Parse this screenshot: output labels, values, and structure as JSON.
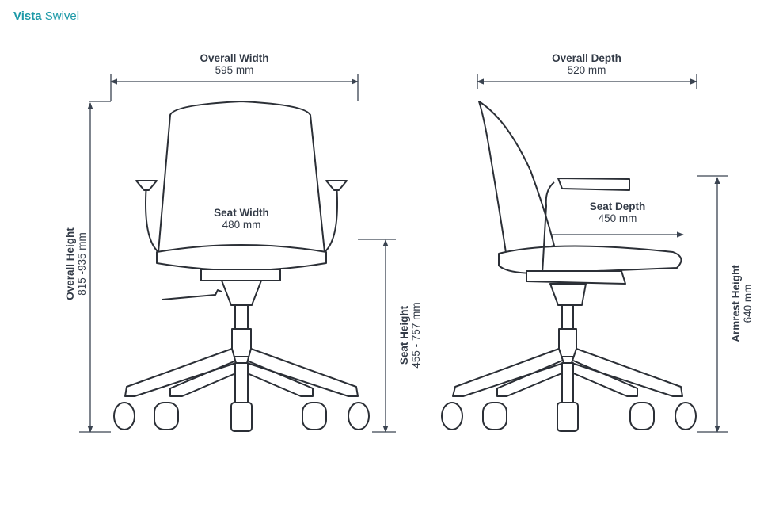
{
  "title": {
    "bold": "Vista",
    "rest": "Swivel"
  },
  "colors": {
    "accent": "#1e9aa8",
    "text": "#333b47",
    "line": "#2b2f36"
  },
  "dimensions": {
    "overall_width": {
      "label": "Overall Width",
      "value": "595 mm"
    },
    "overall_height": {
      "label": "Overall Height",
      "value": "815 -935 mm"
    },
    "seat_width": {
      "label": "Seat Width",
      "value": "480 mm"
    },
    "seat_height": {
      "label": "Seat Height",
      "value": "455 - 757 mm"
    },
    "overall_depth": {
      "label": "Overall Depth",
      "value": "520 mm"
    },
    "seat_depth": {
      "label": "Seat Depth",
      "value": "450 mm"
    },
    "armrest_height": {
      "label": "Armrest Height",
      "value": "640 mm"
    }
  }
}
